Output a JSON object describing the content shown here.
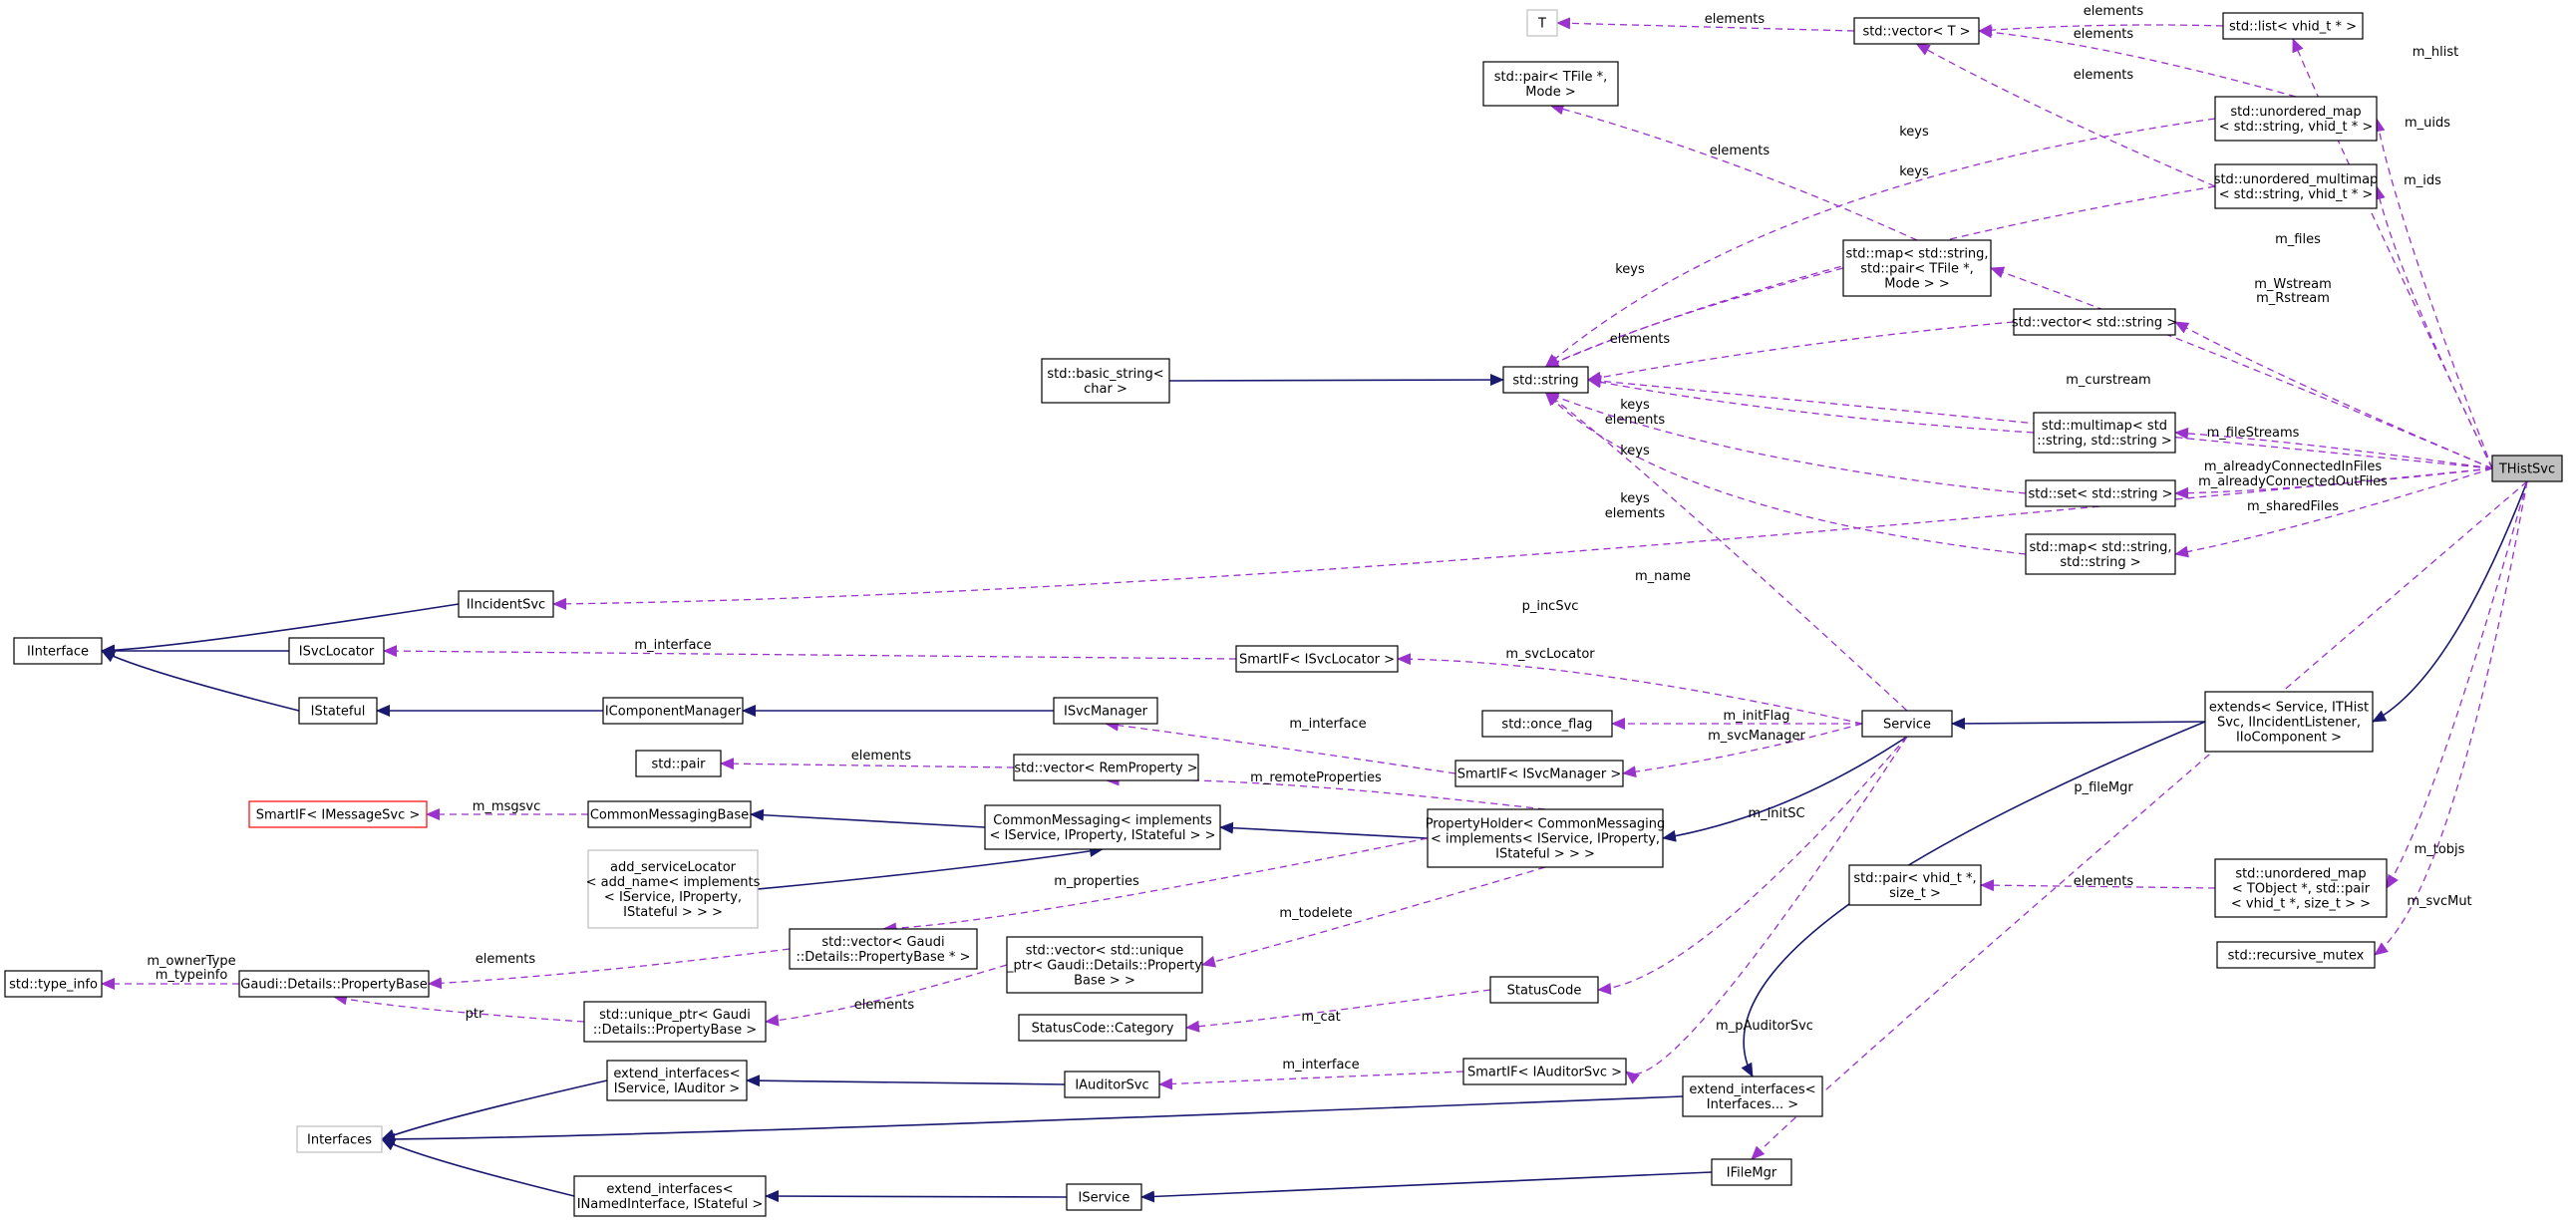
{
  "nodes": {
    "T": [
      "T"
    ],
    "vecT": [
      "std::vector< T >"
    ],
    "listVhid": [
      "std::list< vhid_t * >"
    ],
    "pairTFile": [
      "std::pair< TFile *,",
      "Mode >"
    ],
    "umapUids": [
      "std::unordered_map",
      "< std::string, vhid_t * >"
    ],
    "ummapIds": [
      "std::unordered_multimap",
      "< std::string, vhid_t * >"
    ],
    "mapFiles": [
      "std::map< std::string,",
      "std::pair< TFile *,",
      "Mode > >"
    ],
    "vecString": [
      "std::vector< std::string >"
    ],
    "basicString": [
      "std::basic_string<",
      "char >"
    ],
    "string": [
      "std::string"
    ],
    "multimapStr": [
      "std::multimap< std",
      "::string, std::string >"
    ],
    "setString": [
      "std::set< std::string >"
    ],
    "mapStrStr": [
      "std::map< std::string,",
      "std::string >"
    ],
    "THistSvc": [
      "THistSvc"
    ],
    "IIncidentSvc": [
      "IIncidentSvc"
    ],
    "IInterface": [
      "IInterface"
    ],
    "ISvcLocator": [
      "ISvcLocator"
    ],
    "SmartIFSvcLocator": [
      "SmartIF< ISvcLocator >"
    ],
    "IStateful": [
      "IStateful"
    ],
    "IComponentManager": [
      "IComponentManager"
    ],
    "ISvcManager": [
      "ISvcManager"
    ],
    "onceFlag": [
      "std::once_flag"
    ],
    "Service": [
      "Service"
    ],
    "extendsService": [
      "extends< Service, ITHist",
      "Svc, IIncidentListener,",
      "IIoComponent >"
    ],
    "stdPair": [
      "std::pair"
    ],
    "vecRemProp": [
      "std::vector< RemProperty >"
    ],
    "SmartIFSvcManager": [
      "SmartIF< ISvcManager >"
    ],
    "SmartIFMsgSvc": [
      "SmartIF< IMessageSvc >"
    ],
    "CommonMessagingBase": [
      "CommonMessagingBase"
    ],
    "CommonMessaging": [
      "CommonMessaging< implements",
      "< IService, IProperty, IStateful > >"
    ],
    "PropertyHolder": [
      "PropertyHolder< CommonMessaging",
      "< implements< IService, IProperty,",
      "IStateful > > >"
    ],
    "addServiceLocator": [
      "add_serviceLocator",
      "< add_name< implements",
      "< IService, IProperty,",
      "IStateful > > >"
    ],
    "pairVhid": [
      "std::pair< vhid_t *,",
      "size_t >"
    ],
    "umapTobjs": [
      "std::unordered_map",
      "< TObject *, std::pair",
      "< vhid_t *, size_t > >"
    ],
    "typeInfo": [
      "std::type_info"
    ],
    "PropertyBase": [
      "Gaudi::Details::PropertyBase"
    ],
    "vecPropBase": [
      "std::vector< Gaudi",
      "::Details::PropertyBase * >"
    ],
    "vecUniquePtr": [
      "std::vector< std::unique",
      "_ptr< Gaudi::Details::Property",
      "Base > >"
    ],
    "uniquePtr": [
      "std::unique_ptr< Gaudi",
      "::Details::PropertyBase >"
    ],
    "StatusCode": [
      "StatusCode"
    ],
    "StatusCodeCategory": [
      "StatusCode::Category"
    ],
    "recursiveMutex": [
      "std::recursive_mutex"
    ],
    "extendIfAuditor": [
      "extend_interfaces<",
      "IService, IAuditor >"
    ],
    "IAuditorSvc": [
      "IAuditorSvc"
    ],
    "SmartIFAuditorSvc": [
      "SmartIF< IAuditorSvc >"
    ],
    "extendIfInterfaces": [
      "extend_interfaces<",
      "Interfaces... >"
    ],
    "Interfaces": [
      "Interfaces"
    ],
    "IFileMgr": [
      "IFileMgr"
    ],
    "extendIfNamed": [
      "extend_interfaces<",
      "INamedInterface, IStateful >"
    ],
    "IService": [
      "IService"
    ]
  },
  "edge_labels": {
    "elements": "elements",
    "keys": "keys",
    "m_hlist": "m_hlist",
    "m_uids": "m_uids",
    "m_ids": "m_ids",
    "m_files": "m_files",
    "m_Wstream": "m_Wstream",
    "m_Rstream": "m_Rstream",
    "m_curstream": "m_curstream",
    "m_fileStreams": "m_fileStreams",
    "m_alreadyConnectedInFiles": "m_alreadyConnectedInFiles",
    "m_alreadyConnectedOutFiles": "m_alreadyConnectedOutFiles",
    "m_sharedFiles": "m_sharedFiles",
    "m_name": "m_name",
    "p_incSvc": "p_incSvc",
    "m_interface": "m_interface",
    "m_svcLocator": "m_svcLocator",
    "m_initFlag": "m_initFlag",
    "m_svcManager": "m_svcManager",
    "m_remoteProperties": "m_remoteProperties",
    "m_msgsvc": "m_msgsvc",
    "p_fileMgr": "p_fileMgr",
    "m_initSC": "m_initSC",
    "m_properties": "m_properties",
    "m_todelete": "m_todelete",
    "m_tobjs": "m_tobjs",
    "m_svcMut": "m_svcMut",
    "m_ownerType": "m_ownerType",
    "m_typeinfo": "m_typeinfo",
    "ptr": "ptr",
    "m_cat": "m_cat",
    "m_pAuditorSvc": "m_pAuditorSvc"
  },
  "colors": {
    "inheritance": "#191970",
    "usage": "#9a32cd",
    "highlight_fill": "#bfbfbf",
    "missing_border": "#ff0000",
    "undocumented_border": "#bfbfbf"
  }
}
